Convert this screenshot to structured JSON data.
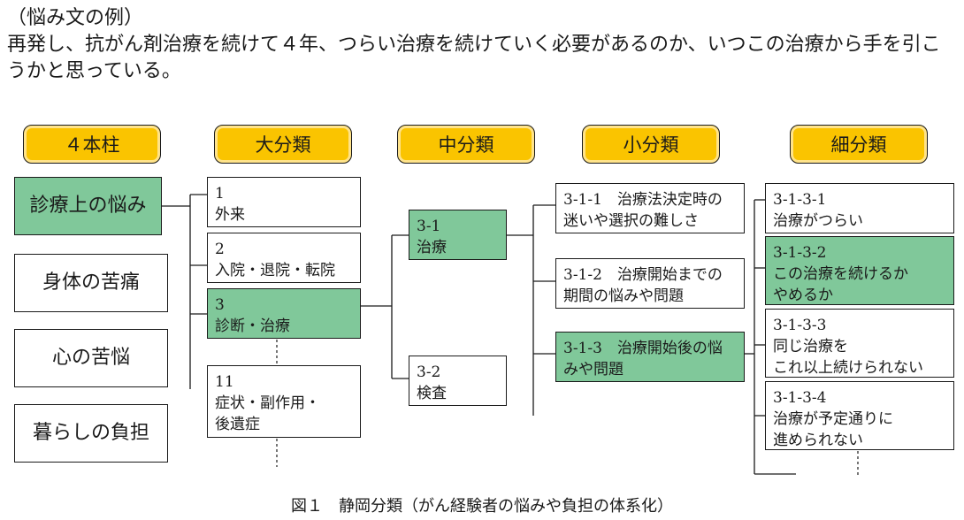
{
  "intro": {
    "label": "（悩み文の例）",
    "text": "再発し、抗がん剤治療を続けて４年、つらい治療を続けていく必要があるのか、いつこの治療から手を引こうかと思っている。"
  },
  "headers": [
    "４本柱",
    "大分類",
    "中分類",
    "小分類",
    "細分類"
  ],
  "pillars": [
    "診療上の悩み",
    "身体の苦痛",
    "心の苦悩",
    "暮らしの負担"
  ],
  "major": [
    {
      "code": "1",
      "text": "外来"
    },
    {
      "code": "2",
      "text": "入院・退院・転院"
    },
    {
      "code": "3",
      "text": "診断・治療"
    },
    {
      "code": "11",
      "text": "症状・副作用・\n後遺症"
    }
  ],
  "middle": [
    {
      "code": "3-1",
      "text": "治療"
    },
    {
      "code": "3-2",
      "text": "検査"
    }
  ],
  "minor": [
    {
      "code": "3-1-1",
      "text": "治療法決定時の\n迷いや選択の難しさ"
    },
    {
      "code": "3-1-2",
      "text": "治療開始までの\n期間の悩みや問題"
    },
    {
      "code": "3-1-3",
      "text": "治療開始後の悩\nみや問題"
    }
  ],
  "detail": [
    {
      "code": "3-1-3-1",
      "text": "治療がつらい"
    },
    {
      "code": "3-1-3-2",
      "text": "この治療を続けるか\nやめるか"
    },
    {
      "code": "3-1-3-3",
      "text": "同じ治療を\nこれ以上続けられない"
    },
    {
      "code": "3-1-3-4",
      "text": "治療が予定通りに\n進められない"
    }
  ],
  "caption": "図１　静岡分類（がん経験者の悩みや負担の体系化）",
  "colors": {
    "header": "#fac400",
    "highlight": "#80c89a",
    "line": "#1a1a1a"
  }
}
